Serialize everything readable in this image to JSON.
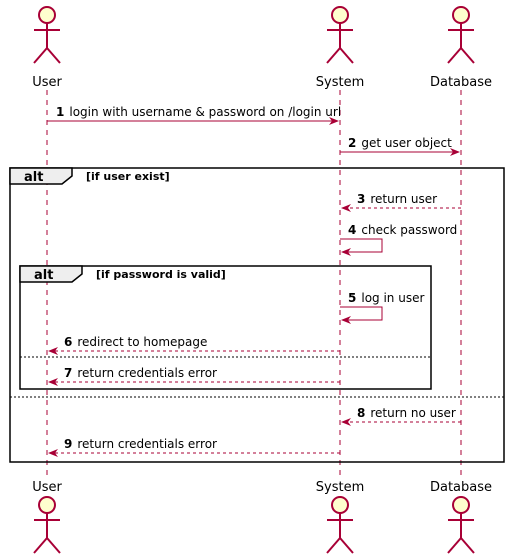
{
  "participants": {
    "user": {
      "label": "User",
      "type": "actor"
    },
    "system": {
      "label": "System",
      "type": "actor"
    },
    "database": {
      "label": "Database",
      "type": "actor"
    }
  },
  "colors": {
    "line": "#a80036",
    "actor_fill": "#fefece",
    "frame": "#000000",
    "frame_header": "#eeeeee"
  },
  "messages": [
    {
      "num": "1",
      "text": "login with username & password on /login url",
      "from": "user",
      "to": "system",
      "style": "solid"
    },
    {
      "num": "2",
      "text": "get user object",
      "from": "system",
      "to": "database",
      "style": "solid"
    },
    {
      "num": "3",
      "text": "return user",
      "from": "database",
      "to": "system",
      "style": "dashed"
    },
    {
      "num": "4",
      "text": "check password",
      "from": "system",
      "to": "system",
      "style": "solid"
    },
    {
      "num": "5",
      "text": "log in user",
      "from": "system",
      "to": "system",
      "style": "solid"
    },
    {
      "num": "6",
      "text": "redirect to homepage",
      "from": "system",
      "to": "user",
      "style": "dashed"
    },
    {
      "num": "7",
      "text": "return credentials error",
      "from": "system",
      "to": "user",
      "style": "dashed"
    },
    {
      "num": "8",
      "text": "return no user",
      "from": "database",
      "to": "system",
      "style": "dashed"
    },
    {
      "num": "9",
      "text": "return credentials error",
      "from": "system",
      "to": "user",
      "style": "dashed"
    }
  ],
  "fragments": {
    "outer": {
      "keyword": "alt",
      "condition": "[if user exist]"
    },
    "inner": {
      "keyword": "alt",
      "condition": "[if password is valid]"
    }
  }
}
